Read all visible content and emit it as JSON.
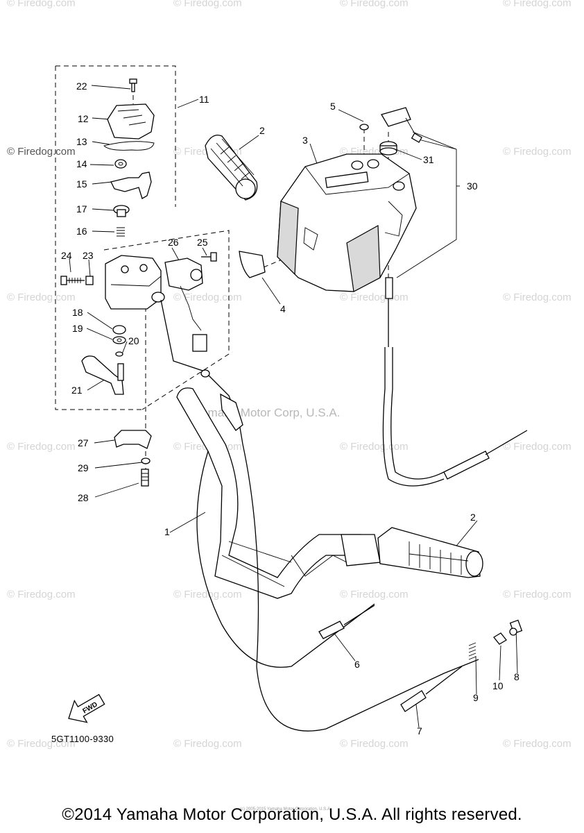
{
  "watermark": {
    "text": "© Firedog.com",
    "center_text": "Yamaha Motor Corp, U.S.A."
  },
  "diagram_code": "5GT1100-9330",
  "fwd_label": "FWD",
  "copyright": "©2014 Yamaha Motor Corporation, U.S.A. All rights reserved.",
  "fine_print": "(c) 2005-2015 Yamaha Motor Corporation, U.S.A.",
  "callouts": [
    "1",
    "2",
    "2",
    "3",
    "4",
    "5",
    "6",
    "7",
    "8",
    "9",
    "10",
    "11",
    "12",
    "13",
    "14",
    "15",
    "16",
    "17",
    "18",
    "19",
    "20",
    "21",
    "22",
    "23",
    "24",
    "25",
    "26",
    "27",
    "28",
    "29",
    "30",
    "31"
  ]
}
